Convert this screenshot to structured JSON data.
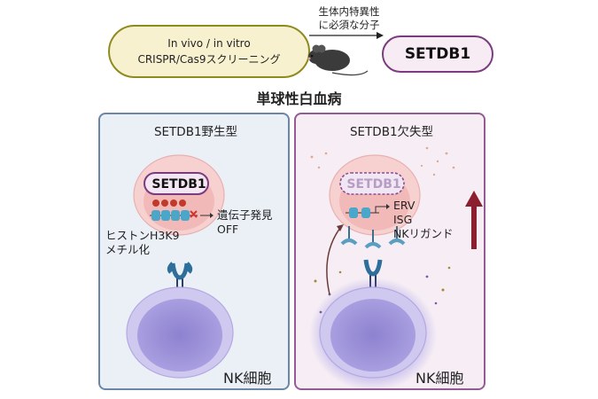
{
  "screening": {
    "line1": "In vivo / in vitro",
    "line2": "CRISPR/Cas9スクリーニング"
  },
  "arrow_label": {
    "line1": "生体内特異性",
    "line2": "に必須な分子"
  },
  "target": "SETDB1",
  "disease": "単球性白血病",
  "wild_type": {
    "title": "SETDB1野生型",
    "protein": "SETDB1",
    "gene_label_line1": "遺伝子発見",
    "gene_label_line2": "OFF",
    "histone_line1": "ヒストンH3K9",
    "histone_line2": "メチル化",
    "nk_label": "NK細胞"
  },
  "knockout": {
    "title": "SETDB1欠失型",
    "protein": "SETDB1",
    "genes": [
      "ERV",
      "ISG",
      "NKリガンド"
    ],
    "nk_label": "NK細胞"
  },
  "colors": {
    "screen_border": "#8f8a1e",
    "screen_fill": "#f7f1cf",
    "target_border": "#7a3b7f",
    "left_border": "#6b86a8",
    "right_border": "#955a93",
    "up_arrow": "#8b1e2f",
    "nk_cell": "#9a8fd6"
  }
}
